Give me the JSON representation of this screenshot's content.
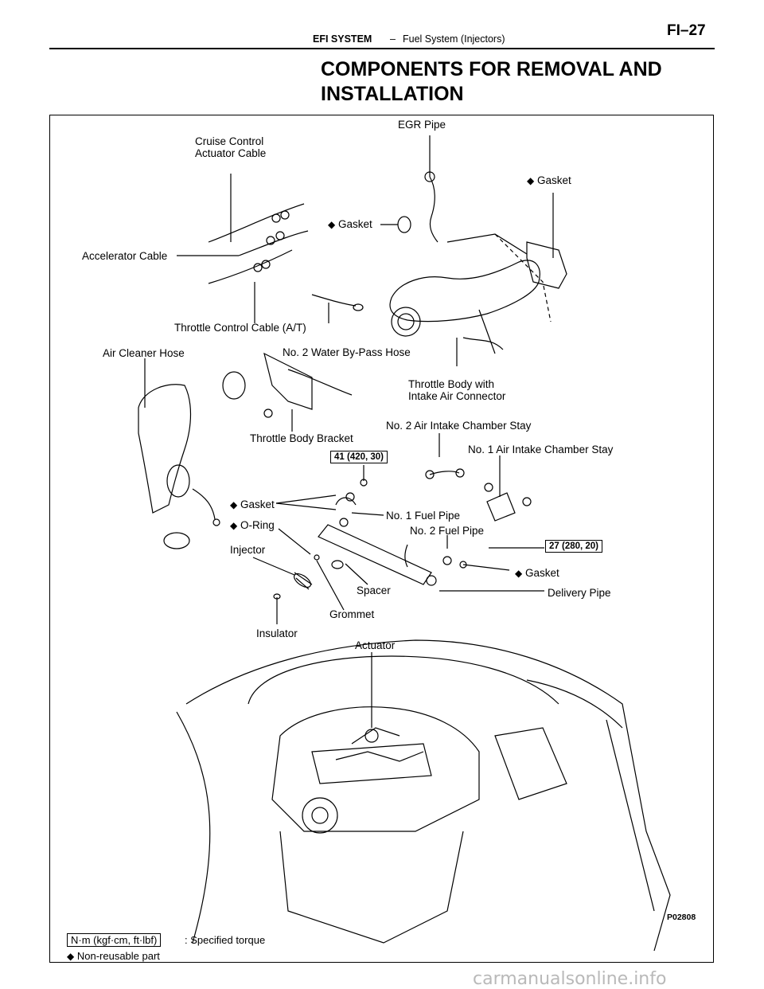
{
  "header": {
    "section": "EFI SYSTEM",
    "separator": "–",
    "subsection": "Fuel System (Injectors)",
    "page": "FI–27"
  },
  "title": "COMPONENTS FOR REMOVAL AND INSTALLATION",
  "diagram": {
    "labels": {
      "egr_pipe": "EGR Pipe",
      "cruise_control": "Cruise Control\nActuator Cable",
      "gasket_top_right": "Gasket",
      "gasket_top_mid": "Gasket",
      "accelerator_cable": "Accelerator Cable",
      "throttle_control_cable": "Throttle Control Cable (A/T)",
      "air_cleaner_hose": "Air Cleaner Hose",
      "water_bypass_hose": "No. 2 Water By-Pass Hose",
      "throttle_body": "Throttle Body with\nIntake Air Connector",
      "throttle_body_bracket": "Throttle Body Bracket",
      "no2_chamber_stay": "No. 2 Air Intake Chamber Stay",
      "no1_chamber_stay": "No. 1 Air Intake Chamber Stay",
      "gasket_left": "Gasket",
      "no1_fuel_pipe": "No. 1 Fuel Pipe",
      "o_ring": "O-Ring",
      "no2_fuel_pipe": "No. 2 Fuel Pipe",
      "injector": "Injector",
      "gasket_right": "Gasket",
      "spacer": "Spacer",
      "delivery_pipe": "Delivery Pipe",
      "grommet": "Grommet",
      "insulator": "Insulator",
      "actuator": "Actuator"
    },
    "torque_specs": [
      "41 (420, 30)",
      "27 (280, 20)"
    ],
    "figure_id": "P02808",
    "legend": {
      "torque_unit": "N·m (kgf·cm, ft·lbf)",
      "torque_desc": ": Specified torque",
      "nonreusable": "Non-reusable part"
    },
    "diamond_symbol": "◆"
  },
  "watermark": "carmanualsonline.info"
}
